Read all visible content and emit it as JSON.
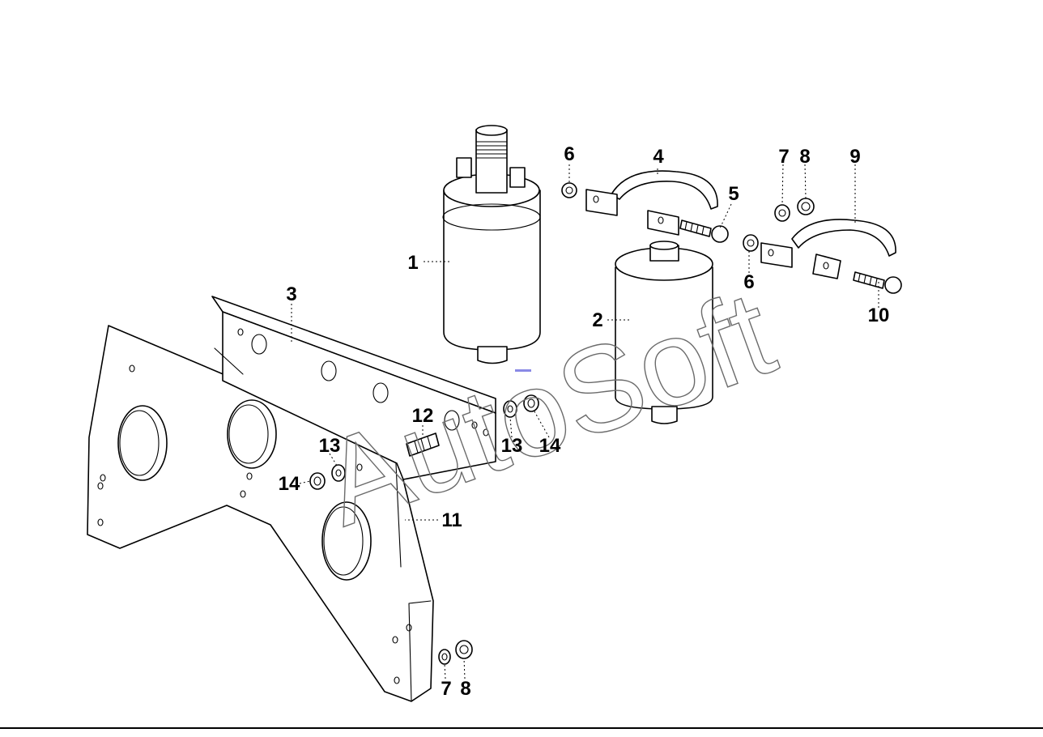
{
  "watermark": "AutoSoft",
  "callouts": {
    "c1": "1",
    "c2": "2",
    "c3": "3",
    "c4": "4",
    "c5": "5",
    "c6a": "6",
    "c6b": "6",
    "c7a": "7",
    "c7b": "7",
    "c8a": "8",
    "c8b": "8",
    "c9": "9",
    "c10": "10",
    "c11": "11",
    "c12": "12",
    "c13a": "13",
    "c13b": "13",
    "c14a": "14",
    "c14b": "14"
  },
  "colors": {
    "line": "#000000",
    "watermark": "#6b6b6b",
    "background": "#ffffff",
    "marker": "#8a8ae6"
  }
}
